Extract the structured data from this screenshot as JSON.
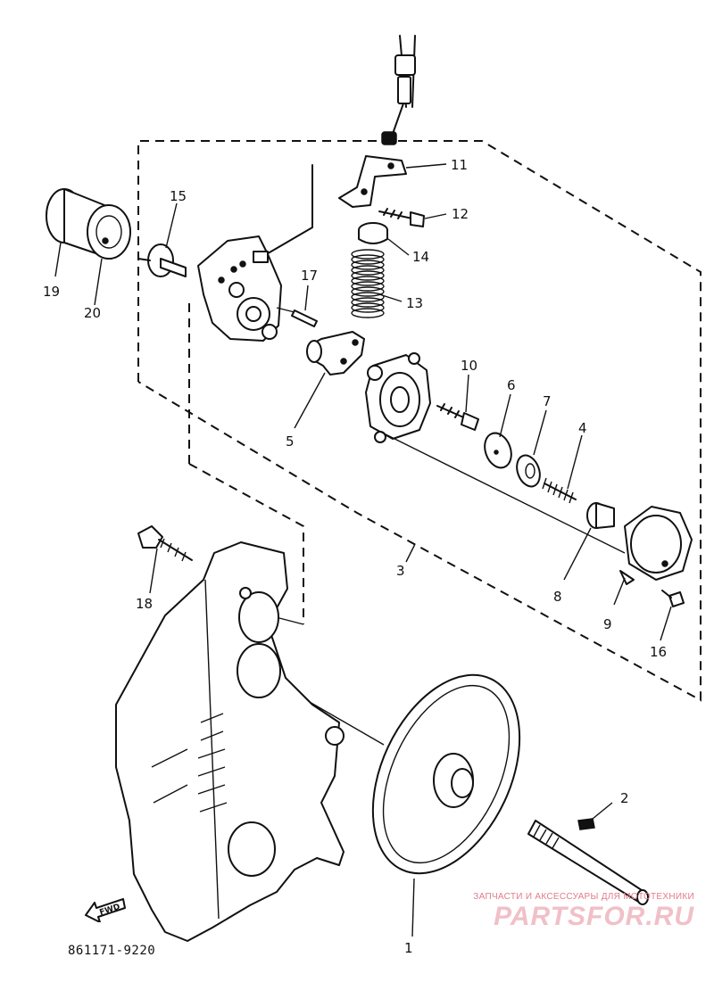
{
  "diagram": {
    "drawing_code": "861171-9220",
    "fwd_label": "FWD",
    "watermark_caption": "ЗАПЧАСТИ И АКСЕССУАРЫ ДЛЯ МОТОТЕХНИКИ",
    "watermark_brand": "PARTSFOR.RU"
  },
  "callouts": [
    "1",
    "2",
    "3",
    "4",
    "5",
    "6",
    "7",
    "8",
    "9",
    "10",
    "11",
    "12",
    "13",
    "14",
    "15",
    "16",
    "17",
    "18",
    "19",
    "20"
  ]
}
